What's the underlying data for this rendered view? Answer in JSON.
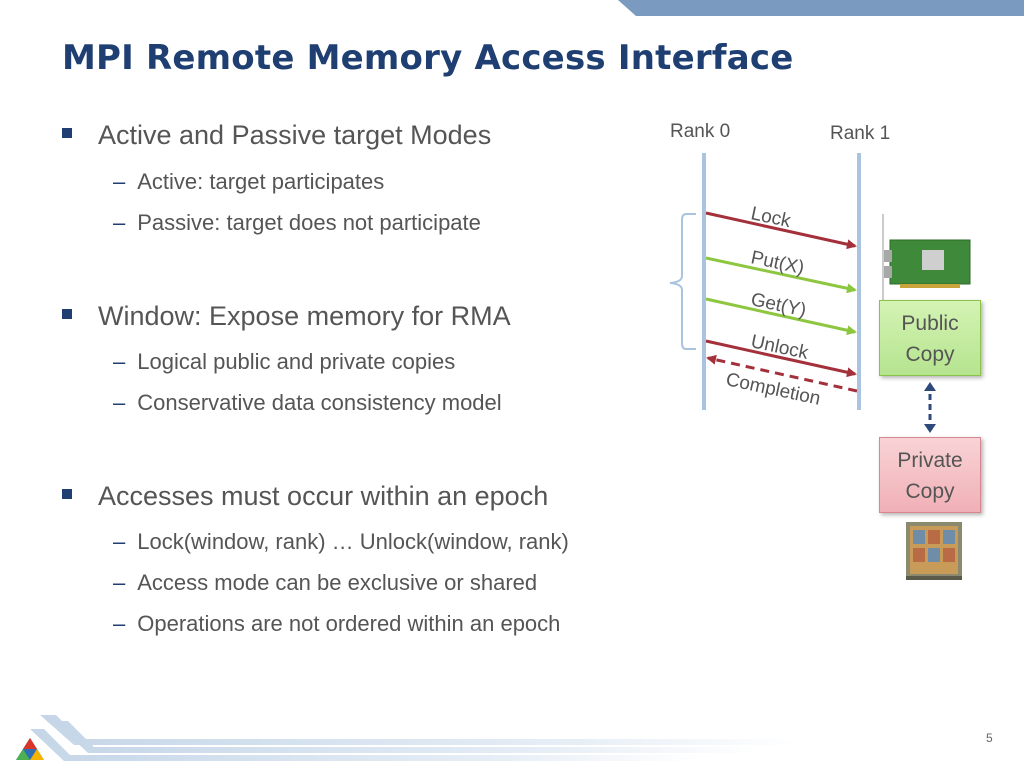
{
  "slide": {
    "title": "MPI Remote Memory Access Interface",
    "page_number": "5"
  },
  "bullets": [
    {
      "text": "Active and Passive target Modes",
      "subs": [
        "Active: target participates",
        "Passive: target does not participate"
      ]
    },
    {
      "text": "Window: Expose memory for RMA",
      "subs": [
        "Logical public and private copies",
        "Conservative data consistency model"
      ]
    },
    {
      "text": "Accesses must occur within an epoch",
      "subs": [
        "Lock(window, rank) … Unlock(window, rank)",
        "Access mode can be exclusive or shared",
        "Operations are not ordered within an epoch"
      ]
    }
  ],
  "diagram": {
    "rank0": "Rank 0",
    "rank1": "Rank 1",
    "ops": [
      "Lock",
      "Put(X)",
      "Get(Y)",
      "Unlock",
      "Completion"
    ],
    "public_copy": [
      "Public",
      "Copy"
    ],
    "private_copy": [
      "Private",
      "Copy"
    ],
    "icons": [
      "network-card-image",
      "processor-chip-image"
    ],
    "colors": {
      "lock": "#a3303a",
      "put": "#8dc63f",
      "get": "#8dc63f",
      "unlock": "#a3303a",
      "completion": "#a3303a",
      "rank_line": "#aac4e0",
      "title": "#1f3f72"
    }
  }
}
